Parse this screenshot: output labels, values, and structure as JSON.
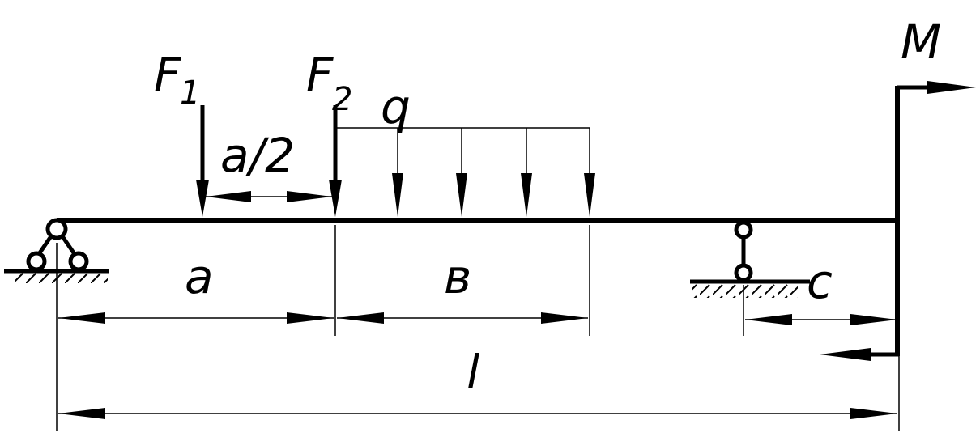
{
  "labels": {
    "f1": "F",
    "f1_sub": "1",
    "f2": "F",
    "f2_sub": "2",
    "q": "q",
    "half_a": "a/2",
    "a": "a",
    "b": "в",
    "c": "c",
    "l": "l",
    "m": "M"
  },
  "colors": {
    "ink": "#000000",
    "background": "#ffffff"
  }
}
